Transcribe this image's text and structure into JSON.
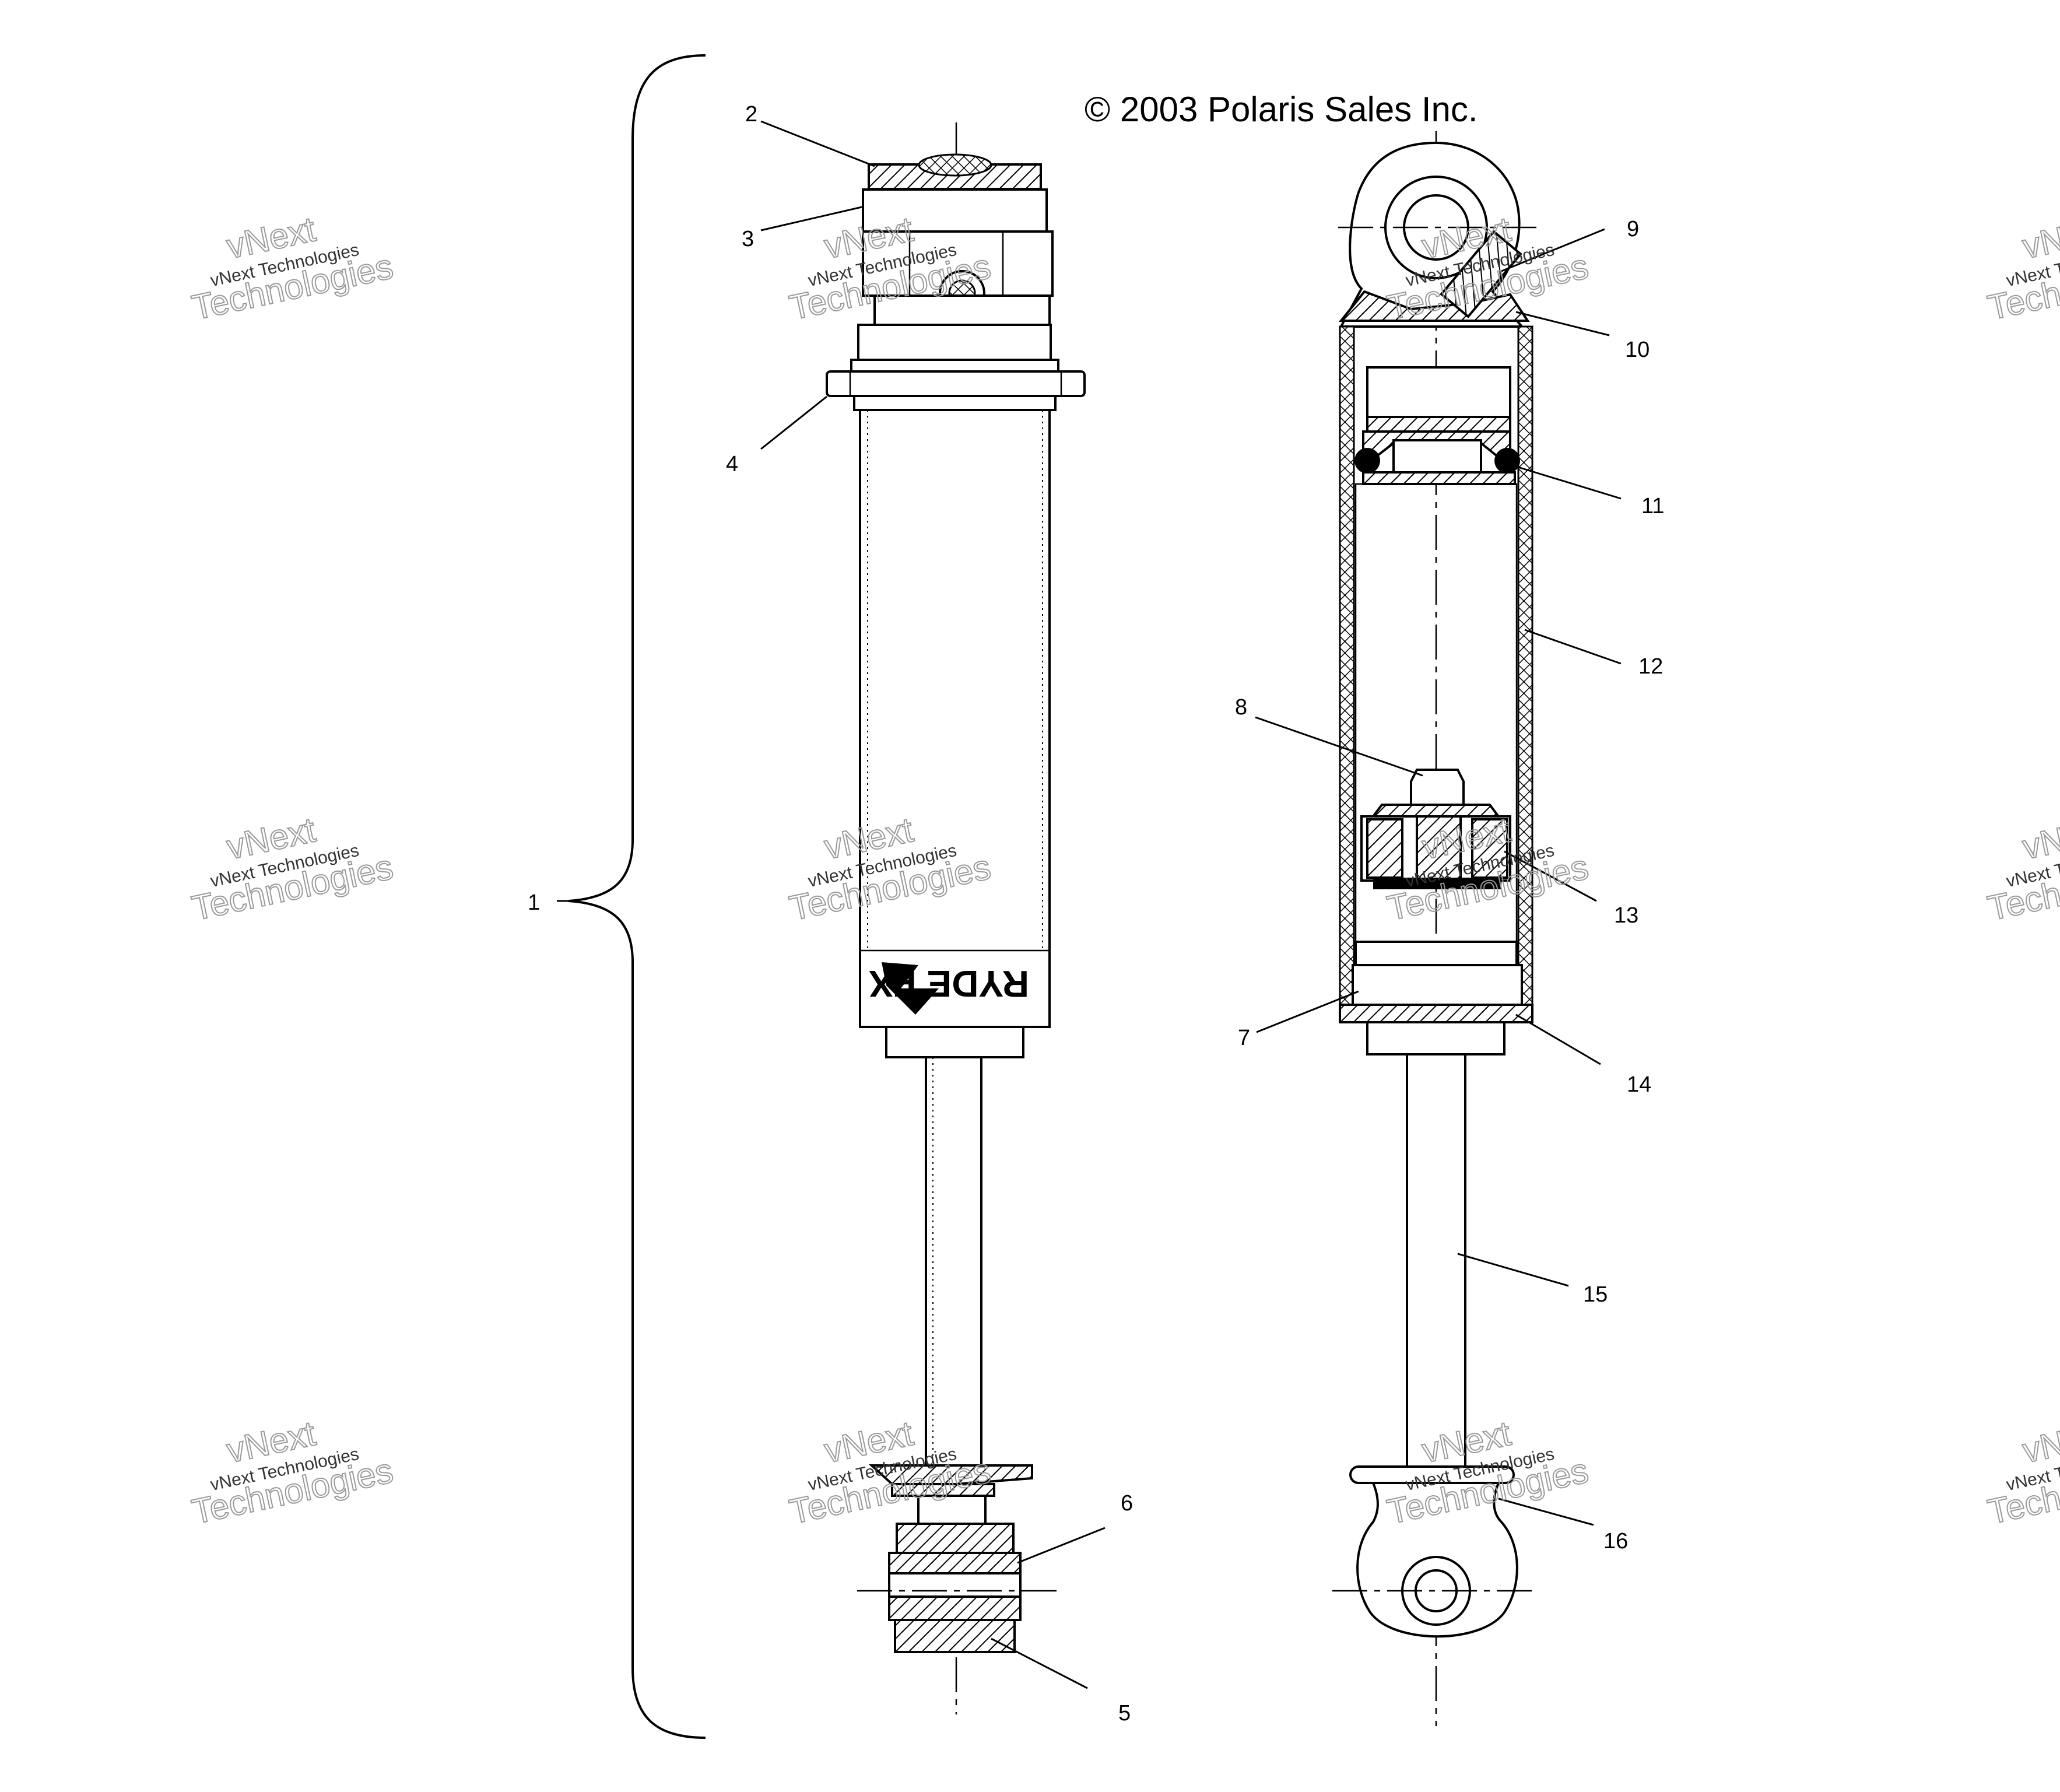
{
  "copyright": "© 2003 Polaris Sales Inc.",
  "brand_mark": "RYDE FX",
  "watermark": {
    "line1": "vNext",
    "line2": "vNext Technologies",
    "line3": "Technologies"
  },
  "callouts": [
    "1",
    "2",
    "3",
    "4",
    "5",
    "6",
    "7",
    "8",
    "9",
    "10",
    "11",
    "12",
    "13",
    "14",
    "15",
    "16"
  ]
}
